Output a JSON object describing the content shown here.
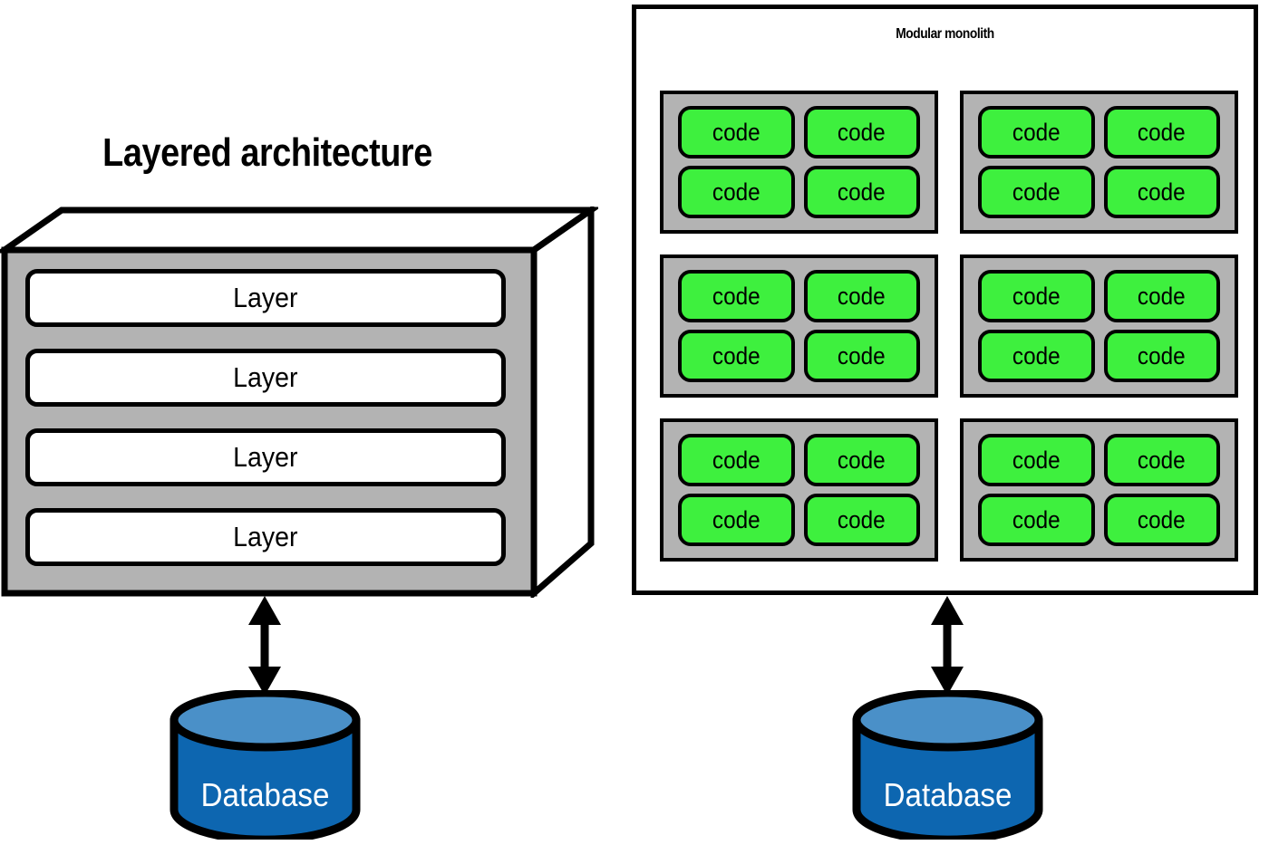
{
  "diagram": {
    "type": "architecture-comparison",
    "background_color": "#ffffff",
    "panels": [
      {
        "id": "layered",
        "title": "Layered architecture",
        "container_shape": "3d-box",
        "container_fill": "#b3b3b3",
        "children_label": "Layer",
        "children_count": 4,
        "children": [
          {
            "label": "Layer"
          },
          {
            "label": "Layer"
          },
          {
            "label": "Layer"
          },
          {
            "label": "Layer"
          }
        ],
        "database": {
          "label": "Database",
          "top_color": "#4a90c8",
          "body_color": "#0d66b0"
        },
        "connector": {
          "kind": "double-headed-arrow",
          "orientation": "vertical"
        }
      },
      {
        "id": "monolith",
        "title": "Modular monolith",
        "container_shape": "rectangle",
        "container_fill": "#ffffff",
        "module_fill": "#b3b3b3",
        "code_fill": "#3ef03e",
        "module_rows": 3,
        "module_columns": 2,
        "codes_per_module": 4,
        "modules": [
          {
            "codes": [
              "code",
              "code",
              "code",
              "code"
            ]
          },
          {
            "codes": [
              "code",
              "code",
              "code",
              "code"
            ]
          },
          {
            "codes": [
              "code",
              "code",
              "code",
              "code"
            ]
          },
          {
            "codes": [
              "code",
              "code",
              "code",
              "code"
            ]
          },
          {
            "codes": [
              "code",
              "code",
              "code",
              "code"
            ]
          },
          {
            "codes": [
              "code",
              "code",
              "code",
              "code"
            ]
          }
        ],
        "database": {
          "label": "Database",
          "top_color": "#4a90c8",
          "body_color": "#0d66b0"
        },
        "connector": {
          "kind": "double-headed-arrow",
          "orientation": "vertical"
        }
      }
    ]
  },
  "layered": {
    "title": "Layered architecture",
    "layers": [
      {
        "label": "Layer"
      },
      {
        "label": "Layer"
      },
      {
        "label": "Layer"
      },
      {
        "label": "Layer"
      }
    ],
    "database_label": "Database"
  },
  "monolith": {
    "title": "Modular monolith",
    "modules": [
      {
        "codes": [
          {
            "label": "code"
          },
          {
            "label": "code"
          },
          {
            "label": "code"
          },
          {
            "label": "code"
          }
        ]
      },
      {
        "codes": [
          {
            "label": "code"
          },
          {
            "label": "code"
          },
          {
            "label": "code"
          },
          {
            "label": "code"
          }
        ]
      },
      {
        "codes": [
          {
            "label": "code"
          },
          {
            "label": "code"
          },
          {
            "label": "code"
          },
          {
            "label": "code"
          }
        ]
      },
      {
        "codes": [
          {
            "label": "code"
          },
          {
            "label": "code"
          },
          {
            "label": "code"
          },
          {
            "label": "code"
          }
        ]
      },
      {
        "codes": [
          {
            "label": "code"
          },
          {
            "label": "code"
          },
          {
            "label": "code"
          },
          {
            "label": "code"
          }
        ]
      },
      {
        "codes": [
          {
            "label": "code"
          },
          {
            "label": "code"
          },
          {
            "label": "code"
          },
          {
            "label": "code"
          }
        ]
      }
    ],
    "database_label": "Database"
  },
  "colors": {
    "gray_fill": "#b3b3b3",
    "green_code": "#3ef03e",
    "db_top": "#4a90c8",
    "db_body": "#0d66b0",
    "stroke": "#000000",
    "white": "#ffffff"
  }
}
